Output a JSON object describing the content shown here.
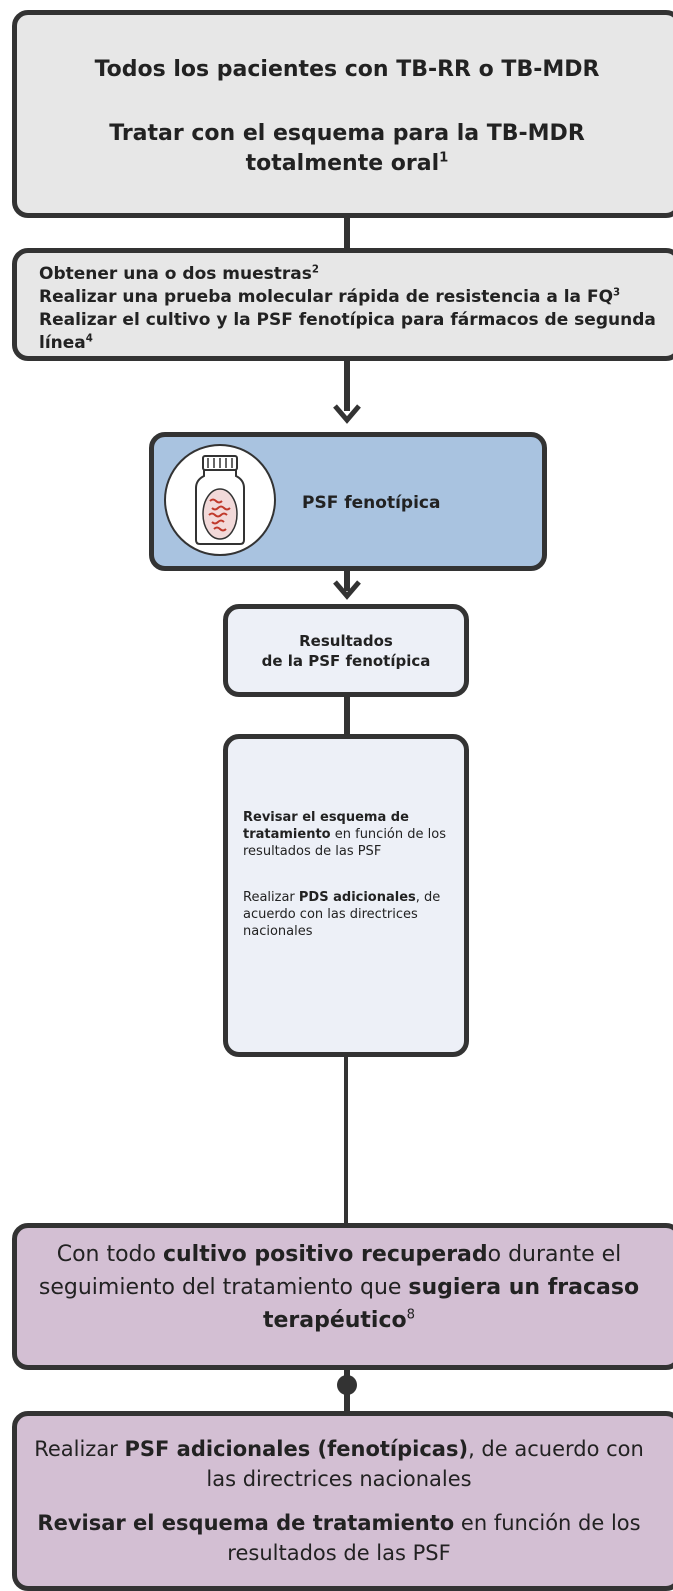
{
  "box1": {
    "line1": "Todos los pacientes con TB-RR o TB-MDR",
    "line2a": "Tratar con el esquema para la TB-MDR",
    "line2b": "totalmente oral",
    "line2b_sup": "1"
  },
  "box2": {
    "l1": "Obtener una o dos muestras",
    "l1_sup": "2",
    "l2": "Realizar una prueba molecular rápida de resistencia a la FQ",
    "l2_sup": "3",
    "l3": "Realizar el cultivo y la PSF fenotípica para fármacos de segunda línea",
    "l3_sup": "4"
  },
  "box3": {
    "title": "PSF fenotípica"
  },
  "box4": {
    "line1": "Resultados",
    "line2": "de la PSF fenotípica"
  },
  "box5": {
    "p1_bold": "Revisar el esquema de tratamiento",
    "p1_rest": " en función de los resultados de las PSF",
    "p2_a": "Realizar ",
    "p2_bold": "PDS adicionales",
    "p2_rest": ", de acuerdo con las directrices nacionales"
  },
  "box6": {
    "a": "Con todo ",
    "b1": "cultivo positivo recuperad",
    "c": "o durante el seguimiento del tratamiento que ",
    "b2": "sugiera un fracaso terapéutico",
    "sup": "8"
  },
  "box7": {
    "p1_a": "Realizar ",
    "p1_bold": "PSF adicionales (fenotípicas)",
    "p1_rest": ", de acuerdo con las directrices nacionales",
    "p2_bold": "Revisar el esquema de tratamiento",
    "p2_rest": " en función de los resultados de las PSF"
  }
}
